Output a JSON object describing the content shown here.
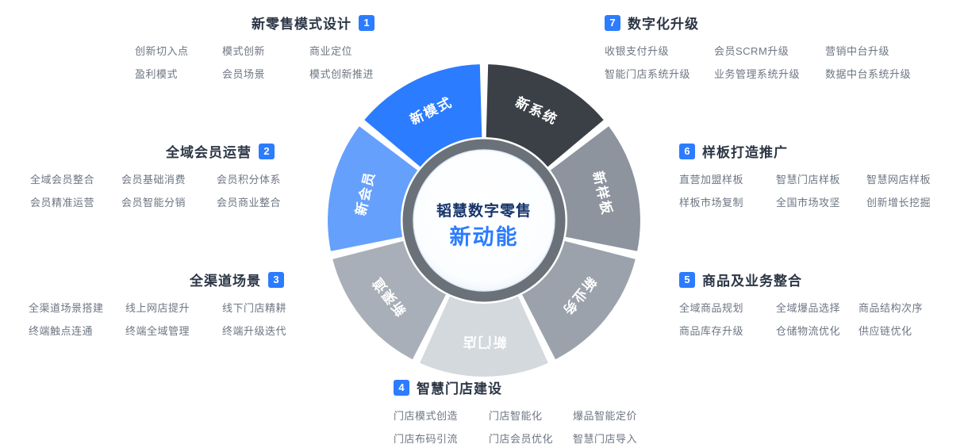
{
  "center": {
    "line1": "韬慧数字零售",
    "line2": "新动能"
  },
  "wedges": [
    {
      "label": "新系统",
      "color": "#3a4046"
    },
    {
      "label": "新样板",
      "color": "#8d949e"
    },
    {
      "label": "新业务",
      "color": "#9ba2ab"
    },
    {
      "label": "新门店",
      "color": "#d4d9de"
    },
    {
      "label": "新渠道",
      "color": "#a9afb8"
    },
    {
      "label": "新会员",
      "color": "#66a0fd"
    },
    {
      "label": "新模式",
      "color": "#2b7cff"
    }
  ],
  "sections": [
    {
      "num": "1",
      "title": "新零售模式设计",
      "items": [
        "创新切入点",
        "模式创新",
        "商业定位",
        "盈利模式",
        "会员场景",
        "模式创新推进"
      ]
    },
    {
      "num": "2",
      "title": "全域会员运营",
      "items": [
        "全域会员整合",
        "会员基础消费",
        "会员积分体系",
        "会员精准运营",
        "会员智能分销",
        "会员商业整合"
      ]
    },
    {
      "num": "3",
      "title": "全渠道场景",
      "items": [
        "全渠道场景搭建",
        "线上网店提升",
        "线下门店精耕",
        "终端触点连通",
        "终端全域管理",
        "终端升级迭代"
      ]
    },
    {
      "num": "4",
      "title": "智慧门店建设",
      "items": [
        "门店模式创造",
        "门店智能化",
        "爆品智能定价",
        "门店布码引流",
        "门店会员优化",
        "智慧门店导入"
      ]
    },
    {
      "num": "5",
      "title": "商品及业务整合",
      "items": [
        "全域商品规划",
        "全域爆品选择",
        "商品结构次序",
        "商品库存升级",
        "仓储物流优化",
        "供应链优化"
      ]
    },
    {
      "num": "6",
      "title": "样板打造推广",
      "items": [
        "直营加盟样板",
        "智慧门店样板",
        "智慧网店样板",
        "样板市场复制",
        "全国市场攻坚",
        "创新增长挖掘"
      ]
    },
    {
      "num": "7",
      "title": "数字化升级",
      "items": [
        "收银支付升级",
        "会员SCRM升级",
        "营销中台升级",
        "智能门店系统升级",
        "业务管理系统升级",
        "数据中台系统升级"
      ]
    }
  ],
  "colors": {
    "accent": "#2b7cff",
    "title": "#2c3645",
    "item": "#6e7683",
    "ring": "#6a7178"
  }
}
